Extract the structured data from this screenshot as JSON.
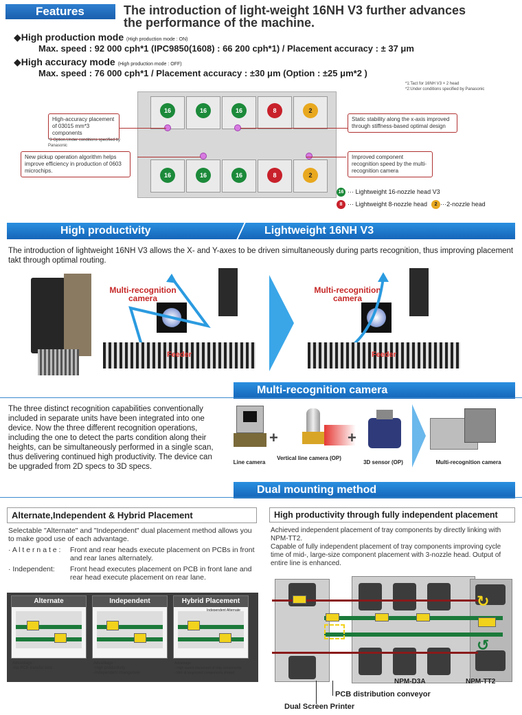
{
  "features": {
    "tag": "Features",
    "headline_1": "The introduction of light-weight 16NH V3 further advances",
    "headline_2": "the performance of the machine.",
    "hp_mode_title": "High production mode",
    "hp_mode_note": "(High production mode : ON)",
    "hp_mode_line": "Max. speed : 92 000 cph*1 (IPC9850(1608) : 66 200 cph*1) / Placement accuracy : ± 37 μm",
    "ha_mode_title": "High accuracy mode",
    "ha_mode_note": "(High production mode : OFF)",
    "ha_mode_line": "Max. speed : 76 000 cph*1 / Placement accuracy : ±30 μm (Option : ±25 μm*2 )",
    "footnote_1": "*1:Tact for 16NH V3 × 2 head",
    "footnote_2": "*2:Under conditions specified by Panasonic",
    "callout_left_1": "High-accuracy placement of 03015 mm*3 components",
    "callout_left_note": "*3 Option.Under conditions specified by Panasonic",
    "callout_left_2": "New pickup operation algorithm helps improve efficiency in production of 0603 microchips.",
    "callout_right_1": "Static stability along the x-axis improved through stiffness-based optimal design",
    "callout_right_2": "Improved component recognition speed by the multi-recognition camera",
    "head_16": "16",
    "head_8": "8",
    "head_2": "2",
    "legend_16": "··· Lightweight 16-nozzle head V3",
    "legend_8": "··· Lightweight 8-nozzle head",
    "legend_2": "···2-nozzle head"
  },
  "productivity": {
    "banner_left": "High productivity",
    "banner_right": "Lightweight 16NH V3",
    "text": "The introduction of lightweight 16NH V3 allows the X- and Y-axes to be driven simultaneously during parts recognition, thus improving placement takt through optimal routing.",
    "cam_label": "Multi-recognition camera",
    "feeder": "Feeder"
  },
  "multi_cam": {
    "banner": "Multi-recognition camera",
    "text": "The three distinct recognition capabilities conventionally included in separate units have been integrated into one device. Now the three different recognition operations, including the one to detect the parts condition along their heights, can be simultaneously performed in a single scan, thus delivering continued high productivity. The device can be upgraded from 2D specs to 3D specs.",
    "line_camera": "Line camera",
    "vertical_camera": "Vertical line camera (OP)",
    "sensor_3d": "3D sensor (OP)",
    "multi_camera": "Multi-recognition camera"
  },
  "dual": {
    "banner": "Dual mounting method",
    "left_title": "Alternate,Independent & Hybrid Placement",
    "left_text": "Selectable \"Alternate\" and \"Independent\" dual placement method allows you to make good use of each advantage.",
    "alt_label": "· A l t e r n a t e :",
    "alt_text": "Front and rear heads execute placement on PCBs in front and rear lanes alternately.",
    "ind_label": "· Independent:",
    "ind_text": "Front head executes placement on PCB in front lane and rear head execute placement on rear lane.",
    "mini_1_title": "Alternate",
    "mini_2_title": "Independent",
    "mini_3_title": "Hybrid Placement",
    "mini_3_badge": "Independent Alternate",
    "mini_1_adv": "Advantage :",
    "mini_1_pt": "-No PCB transfer loss",
    "mini_2_adv": "Advantage :",
    "mini_2_pt1": "-High productivity",
    "mini_2_pt2": "-Independent changeover",
    "mini_3_adv": "Advantage :",
    "mini_3_pt1": "- High speed placement of chip components",
    "mini_3_pt2": "- Mid- & largesized components shared",
    "right_title": "High productivity through fully independent placement",
    "right_text_1": "Achieved independent placement of tray components by directly linking with NPM-TT2.",
    "right_text_2": "Capable of fully independent placement of tray components improving cycle time of mid-, large-size component placement with 3-nozzle head. Output of entire line is enhanced.",
    "label_d3a": "NPM-D3A",
    "label_tt2": "NPM-TT2",
    "label_conveyor": "PCB distribution conveyor",
    "label_printer": "Dual Screen Printer"
  }
}
